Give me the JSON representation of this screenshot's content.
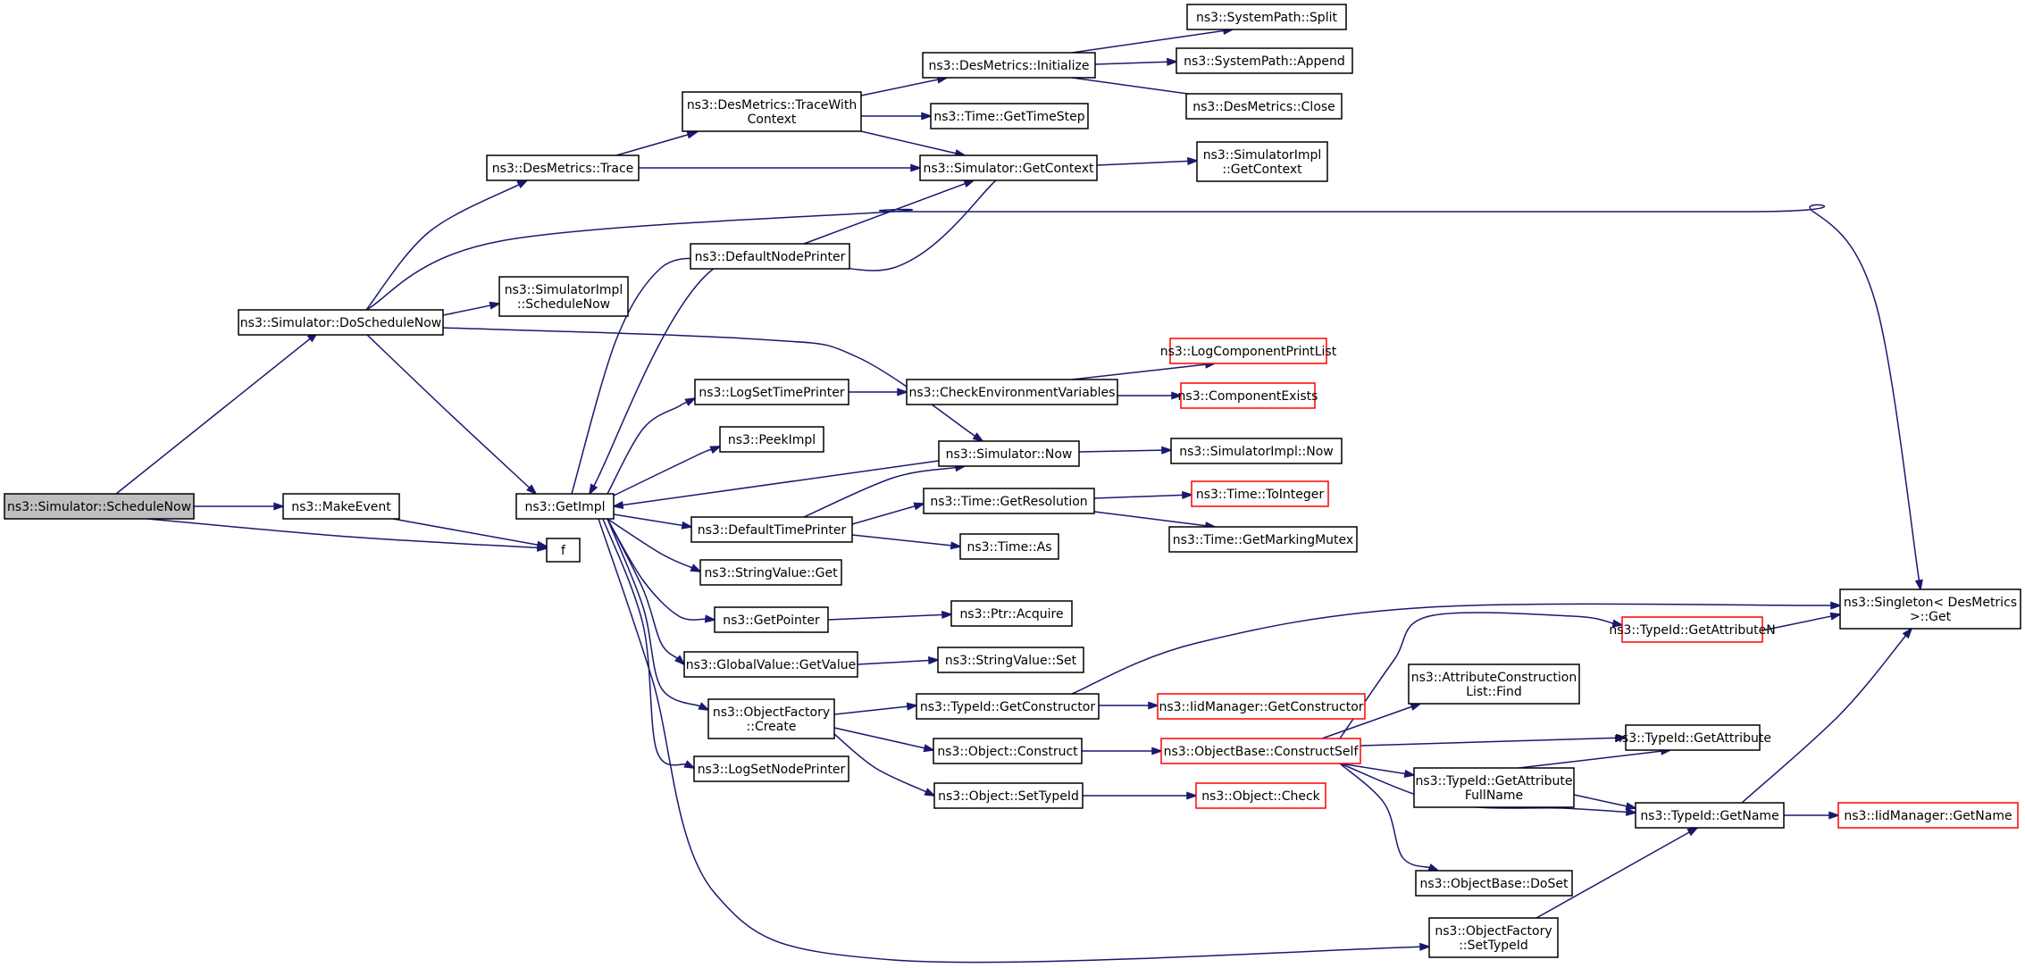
{
  "diagram": {
    "type": "call-graph",
    "colors": {
      "edge": "#191970",
      "root_fill": "#bfbfbf",
      "truncated_border": "#ff0000",
      "node_border": "#000000"
    },
    "nodes": [
      {
        "id": "n0",
        "lines": [
          "ns3::Simulator::ScheduleNow"
        ],
        "root": true
      },
      {
        "id": "n1",
        "lines": [
          "ns3::Simulator::DoScheduleNow"
        ]
      },
      {
        "id": "n2",
        "lines": [
          "ns3::MakeEvent"
        ]
      },
      {
        "id": "n3",
        "lines": [
          "f"
        ]
      },
      {
        "id": "n4",
        "lines": [
          "ns3::DesMetrics::Trace"
        ]
      },
      {
        "id": "n5",
        "lines": [
          "ns3::SimulatorImpl",
          "::ScheduleNow"
        ]
      },
      {
        "id": "n6",
        "lines": [
          "ns3::GetImpl"
        ]
      },
      {
        "id": "n7",
        "lines": [
          "ns3::Simulator::Now"
        ]
      },
      {
        "id": "n8",
        "lines": [
          "ns3::Singleton< DesMetrics",
          ">::Get"
        ]
      },
      {
        "id": "n9",
        "lines": [
          "ns3::DesMetrics::TraceWith",
          "Context"
        ]
      },
      {
        "id": "n10",
        "lines": [
          "ns3::Simulator::GetContext"
        ]
      },
      {
        "id": "n11",
        "lines": [
          "ns3::DesMetrics::Initialize"
        ]
      },
      {
        "id": "n12",
        "lines": [
          "ns3::Time::GetTimeStep"
        ]
      },
      {
        "id": "n13",
        "lines": [
          "ns3::SystemPath::Split"
        ]
      },
      {
        "id": "n14",
        "lines": [
          "ns3::SystemPath::Append"
        ]
      },
      {
        "id": "n15",
        "lines": [
          "ns3::DesMetrics::Close"
        ]
      },
      {
        "id": "n16",
        "lines": [
          "ns3::SimulatorImpl",
          "::GetContext"
        ]
      },
      {
        "id": "n17",
        "lines": [
          "ns3::DefaultNodePrinter"
        ]
      },
      {
        "id": "n18",
        "lines": [
          "ns3::LogSetTimePrinter"
        ]
      },
      {
        "id": "n19",
        "lines": [
          "ns3::PeekImpl"
        ]
      },
      {
        "id": "n20",
        "lines": [
          "ns3::DefaultTimePrinter"
        ]
      },
      {
        "id": "n21",
        "lines": [
          "ns3::StringValue::Get"
        ]
      },
      {
        "id": "n22",
        "lines": [
          "ns3::GetPointer"
        ]
      },
      {
        "id": "n23",
        "lines": [
          "ns3::GlobalValue::GetValue"
        ]
      },
      {
        "id": "n24",
        "lines": [
          "ns3::ObjectFactory",
          "::Create"
        ]
      },
      {
        "id": "n25",
        "lines": [
          "ns3::LogSetNodePrinter"
        ]
      },
      {
        "id": "n26",
        "lines": [
          "ns3::ObjectFactory",
          "::SetTypeId"
        ]
      },
      {
        "id": "n27",
        "lines": [
          "ns3::CheckEnvironmentVariables"
        ]
      },
      {
        "id": "n28",
        "lines": [
          "ns3::LogComponentPrintList"
        ],
        "red": true
      },
      {
        "id": "n29",
        "lines": [
          "ns3::ComponentExists"
        ],
        "red": true
      },
      {
        "id": "n30",
        "lines": [
          "ns3::SimulatorImpl::Now"
        ]
      },
      {
        "id": "n31",
        "lines": [
          "ns3::Time::GetResolution"
        ]
      },
      {
        "id": "n32",
        "lines": [
          "ns3::Time::As"
        ]
      },
      {
        "id": "n33",
        "lines": [
          "ns3::Time::ToInteger"
        ],
        "red": true
      },
      {
        "id": "n34",
        "lines": [
          "ns3::Time::GetMarkingMutex"
        ]
      },
      {
        "id": "n35",
        "lines": [
          "ns3::Ptr::Acquire"
        ]
      },
      {
        "id": "n36",
        "lines": [
          "ns3::StringValue::Set"
        ]
      },
      {
        "id": "n37",
        "lines": [
          "ns3::TypeId::GetConstructor"
        ]
      },
      {
        "id": "n38",
        "lines": [
          "ns3::Object::Construct"
        ]
      },
      {
        "id": "n39",
        "lines": [
          "ns3::Object::SetTypeId"
        ]
      },
      {
        "id": "n40",
        "lines": [
          "ns3::IidManager::GetConstructor"
        ],
        "red": true
      },
      {
        "id": "n41",
        "lines": [
          "ns3::ObjectBase::ConstructSelf"
        ],
        "red": true
      },
      {
        "id": "n42",
        "lines": [
          "ns3::Object::Check"
        ],
        "red": true
      },
      {
        "id": "n43",
        "lines": [
          "ns3::TypeId::GetAttributeN"
        ],
        "red": true
      },
      {
        "id": "n44",
        "lines": [
          "ns3::AttributeConstruction",
          "List::Find"
        ]
      },
      {
        "id": "n45",
        "lines": [
          "ns3::TypeId::GetAttribute"
        ]
      },
      {
        "id": "n46",
        "lines": [
          "ns3::TypeId::GetAttribute",
          "FullName"
        ]
      },
      {
        "id": "n47",
        "lines": [
          "ns3::TypeId::GetName"
        ]
      },
      {
        "id": "n48",
        "lines": [
          "ns3::ObjectBase::DoSet"
        ]
      },
      {
        "id": "n49",
        "lines": [
          "ns3::IidManager::GetName"
        ],
        "red": true
      }
    ],
    "edges": [
      [
        "n0",
        "n1"
      ],
      [
        "n0",
        "n2"
      ],
      [
        "n0",
        "n3"
      ],
      [
        "n2",
        "n3"
      ],
      [
        "n1",
        "n4"
      ],
      [
        "n1",
        "n5"
      ],
      [
        "n1",
        "n6"
      ],
      [
        "n1",
        "n7"
      ],
      [
        "n1",
        "n8"
      ],
      [
        "n4",
        "n9"
      ],
      [
        "n4",
        "n10"
      ],
      [
        "n9",
        "n11"
      ],
      [
        "n9",
        "n12"
      ],
      [
        "n9",
        "n10"
      ],
      [
        "n11",
        "n13"
      ],
      [
        "n11",
        "n14"
      ],
      [
        "n11",
        "n15"
      ],
      [
        "n10",
        "n16"
      ],
      [
        "n10",
        "n6"
      ],
      [
        "n6",
        "n17"
      ],
      [
        "n6",
        "n18"
      ],
      [
        "n6",
        "n19"
      ],
      [
        "n6",
        "n20"
      ],
      [
        "n6",
        "n21"
      ],
      [
        "n6",
        "n22"
      ],
      [
        "n6",
        "n23"
      ],
      [
        "n6",
        "n24"
      ],
      [
        "n6",
        "n25"
      ],
      [
        "n6",
        "n26"
      ],
      [
        "n17",
        "n10"
      ],
      [
        "n18",
        "n27"
      ],
      [
        "n27",
        "n28"
      ],
      [
        "n27",
        "n29"
      ],
      [
        "n7",
        "n30"
      ],
      [
        "n7",
        "n6"
      ],
      [
        "n20",
        "n7"
      ],
      [
        "n20",
        "n31"
      ],
      [
        "n20",
        "n32"
      ],
      [
        "n31",
        "n33"
      ],
      [
        "n31",
        "n34"
      ],
      [
        "n22",
        "n35"
      ],
      [
        "n23",
        "n36"
      ],
      [
        "n24",
        "n37"
      ],
      [
        "n24",
        "n38"
      ],
      [
        "n24",
        "n39"
      ],
      [
        "n37",
        "n40"
      ],
      [
        "n37",
        "n8"
      ],
      [
        "n38",
        "n41"
      ],
      [
        "n39",
        "n42"
      ],
      [
        "n41",
        "n43"
      ],
      [
        "n41",
        "n44"
      ],
      [
        "n41",
        "n45"
      ],
      [
        "n41",
        "n46"
      ],
      [
        "n41",
        "n47"
      ],
      [
        "n41",
        "n48"
      ],
      [
        "n43",
        "n8"
      ],
      [
        "n46",
        "n45"
      ],
      [
        "n46",
        "n47"
      ],
      [
        "n47",
        "n49"
      ],
      [
        "n47",
        "n8"
      ],
      [
        "n26",
        "n47"
      ]
    ]
  }
}
